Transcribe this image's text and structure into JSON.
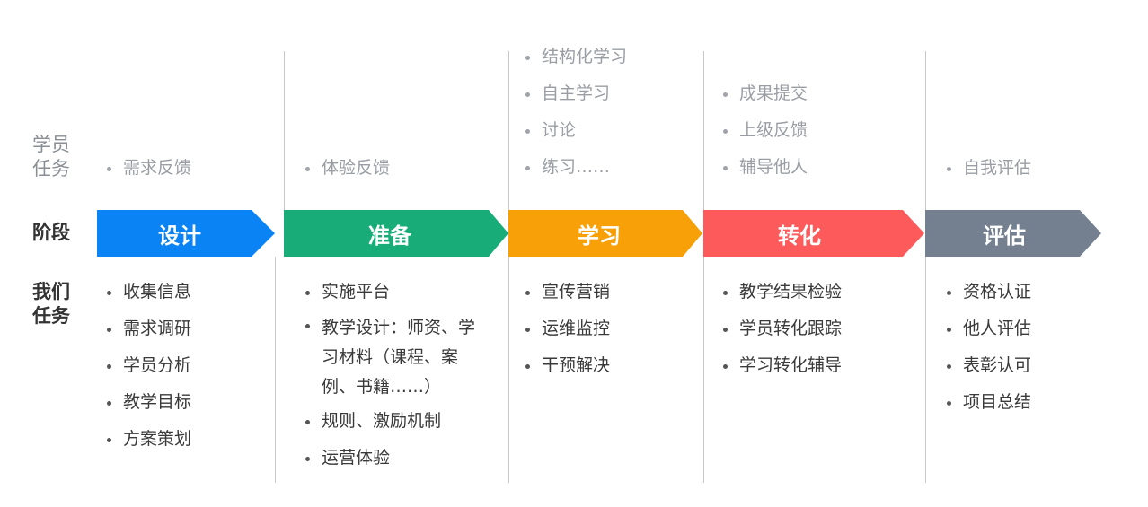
{
  "row_labels": {
    "student_tasks": [
      "学员",
      "任务"
    ],
    "stage": "阶段",
    "our_tasks": [
      "我们",
      "任务"
    ]
  },
  "colors": {
    "design": "#0a84f5",
    "prepare": "#18ad78",
    "learn": "#f7a007",
    "transform": "#fd5b5b",
    "evaluate": "#74808f",
    "divider": "#c8c8c8",
    "student_text": "#9a9ea4",
    "our_text": "#3a3a3a"
  },
  "stages": [
    {
      "id": "design",
      "label": "设计",
      "student_tasks": [
        "需求反馈"
      ],
      "our_tasks": [
        "收集信息",
        "需求调研",
        "学员分析",
        "教学目标",
        "方案策划"
      ]
    },
    {
      "id": "prepare",
      "label": "准备",
      "student_tasks": [
        "体验反馈"
      ],
      "our_tasks": [
        "实施平台",
        "教学设计：师资、学习材料（课程、案例、书籍……）",
        "规则、激励机制",
        "运营体验"
      ]
    },
    {
      "id": "learn",
      "label": "学习",
      "student_tasks": [
        "结构化学习",
        "自主学习",
        "讨论",
        "练习……"
      ],
      "our_tasks": [
        "宣传营销",
        "运维监控",
        "干预解决"
      ]
    },
    {
      "id": "transform",
      "label": "转化",
      "student_tasks": [
        "成果提交",
        "上级反馈",
        "辅导他人"
      ],
      "our_tasks": [
        "教学结果检验",
        "学员转化跟踪",
        "学习转化辅导"
      ]
    },
    {
      "id": "evaluate",
      "label": "评估",
      "student_tasks": [
        "自我评估"
      ],
      "our_tasks": [
        "资格认证",
        "他人评估",
        "表彰认可",
        "项目总结"
      ]
    }
  ]
}
